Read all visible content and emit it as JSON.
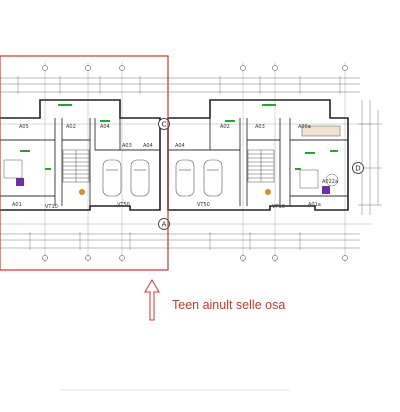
{
  "annotation": {
    "text": "Teen ainult selle osa",
    "color": "#c0392b"
  },
  "axes": {
    "top": "C",
    "bottom": "A",
    "right": "D"
  },
  "rooms_left": {
    "a05": "A05",
    "a02": "A02",
    "a04_top": "A04",
    "a01": "A01",
    "a03": "A03",
    "a04_mid": "A04",
    "vt10": "VT10",
    "vt50": "VT50"
  },
  "rooms_right": {
    "a04": "A04",
    "a02": "A02",
    "a05a": "A05a",
    "vt50": "VT50",
    "a022a": "A022a",
    "vt10": "VT10",
    "a01a": "A01a",
    "a03": "A03"
  },
  "colors": {
    "highlight": "#c0392b",
    "line": "#333333",
    "green": "#2e9e3a",
    "purple": "#6b2fa3",
    "orange": "#d98a2b"
  }
}
